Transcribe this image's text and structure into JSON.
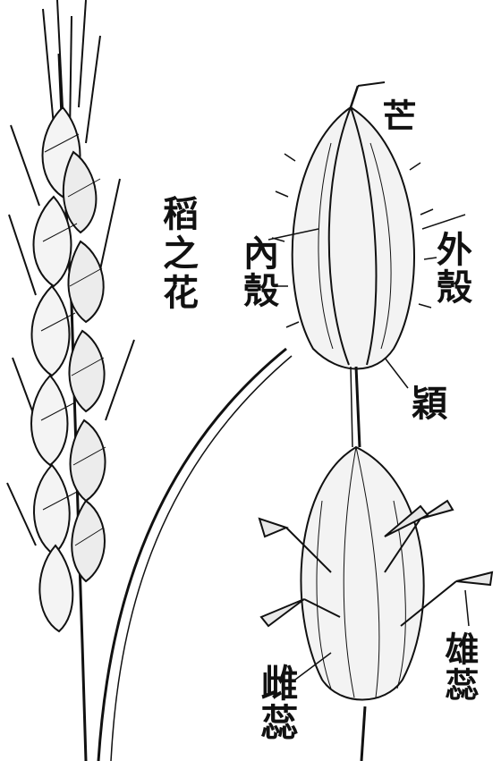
{
  "labels": {
    "title": "稻之花",
    "awn": "芒",
    "inner_husk": "內殼",
    "outer_husk": "外殼",
    "glume": "穎",
    "pistil": "雌蕊",
    "stamen": "雄蕊"
  },
  "colors": {
    "ink": "#111111",
    "paper": "#ffffff"
  }
}
